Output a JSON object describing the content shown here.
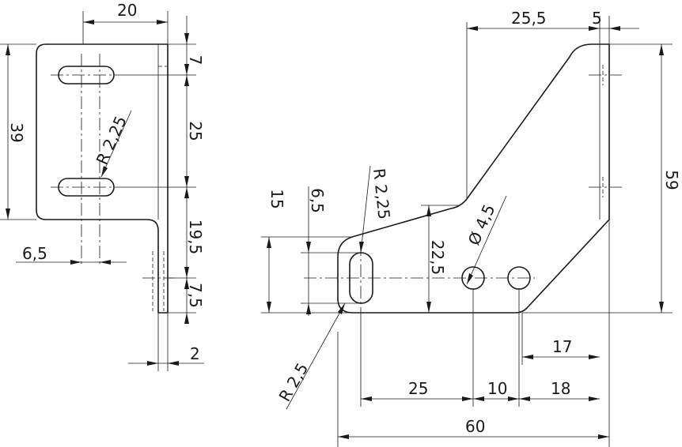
{
  "side_view": {
    "width": "20",
    "height": "39",
    "slot_top_offset": "7",
    "slot_pitch": "25",
    "lower_section": "19,5",
    "tab_hole_offset": "7,5",
    "slot_x_offset": "6,5",
    "thickness": "2",
    "slot_radius": "R 2,25"
  },
  "front_view": {
    "top_width": "25,5",
    "flange": "5",
    "height": "59",
    "heel_height": "15",
    "slot_height": "6,5",
    "shoulder_height": "22,5",
    "slot_radius": "R 2,25",
    "hole_diameter": "Ø 4,5",
    "corner_radius": "R 2,5",
    "hole_to_edge": "17",
    "slot_to_hole": "25",
    "hole_pitch": "10",
    "hole_to_flange": "18",
    "overall_length": "60"
  }
}
